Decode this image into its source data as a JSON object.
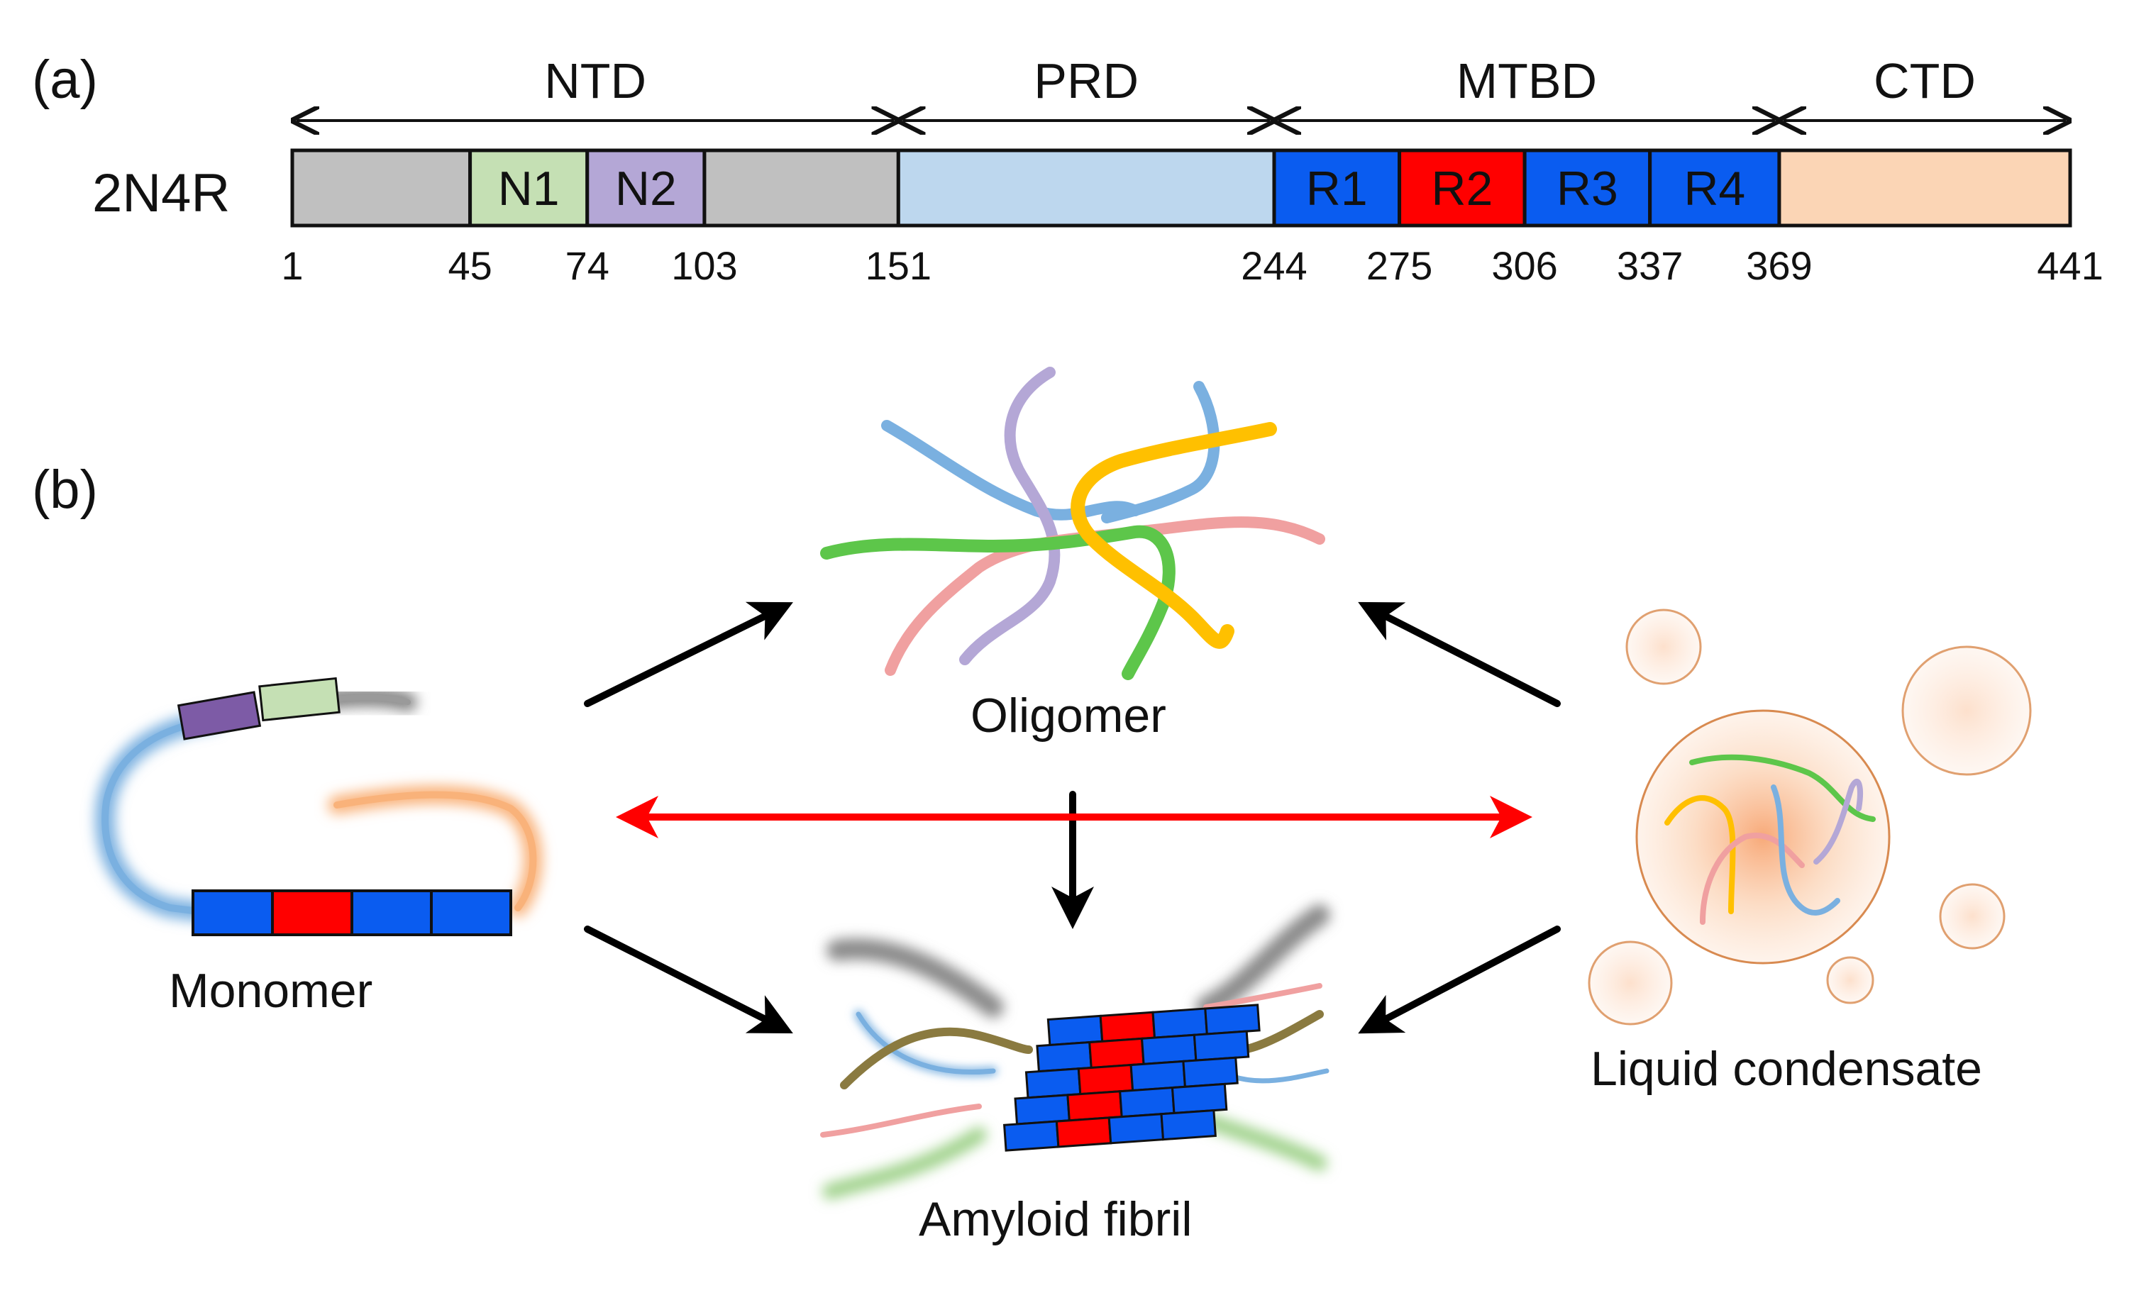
{
  "panel_a": {
    "label": "(a)",
    "isoform": "2N4R",
    "regions": [
      {
        "name": "NTD",
        "start": 1,
        "end": 151
      },
      {
        "name": "PRD",
        "start": 151,
        "end": 244
      },
      {
        "name": "MTBD",
        "start": 244,
        "end": 369
      },
      {
        "name": "CTD",
        "start": 369,
        "end": 441
      }
    ],
    "segments": [
      {
        "label": "",
        "start": 1,
        "end": 45,
        "color": "#c0c0c0"
      },
      {
        "label": "N1",
        "start": 45,
        "end": 74,
        "color": "#c5e0b4",
        "text_color": "#111111"
      },
      {
        "label": "N2",
        "start": 74,
        "end": 103,
        "color": "#b4a7d6",
        "text_color": "#111111"
      },
      {
        "label": "",
        "start": 103,
        "end": 151,
        "color": "#c0c0c0"
      },
      {
        "label": "",
        "start": 151,
        "end": 244,
        "color": "#bdd7ee"
      },
      {
        "label": "R1",
        "start": 244,
        "end": 275,
        "color": "#0a5cf0",
        "text_color": "#111111"
      },
      {
        "label": "R2",
        "start": 275,
        "end": 306,
        "color": "#ff0000",
        "text_color": "#111111"
      },
      {
        "label": "R3",
        "start": 306,
        "end": 337,
        "color": "#0a5cf0",
        "text_color": "#111111"
      },
      {
        "label": "R4",
        "start": 337,
        "end": 369,
        "color": "#0a5cf0",
        "text_color": "#111111"
      },
      {
        "label": "",
        "start": 369,
        "end": 441,
        "color": "#fbd5b5"
      }
    ],
    "positions": [
      "1",
      "45",
      "74",
      "103",
      "151",
      "244",
      "275",
      "306",
      "337",
      "369",
      "441"
    ]
  },
  "panel_b": {
    "label": "(b)",
    "states": {
      "oligomer": "Oligomer",
      "monomer": "Monomer",
      "fibril": "Amyloid fibril",
      "condensate": "Liquid condensate"
    },
    "colors": {
      "arrow": "#000000",
      "equilibrium_arrow": "#ff0000",
      "repeat_blue": "#0a5cf0",
      "repeat_red": "#ff0000",
      "condensate_fill": "#f8b98c",
      "condensate_edge": "#d88a50"
    }
  }
}
